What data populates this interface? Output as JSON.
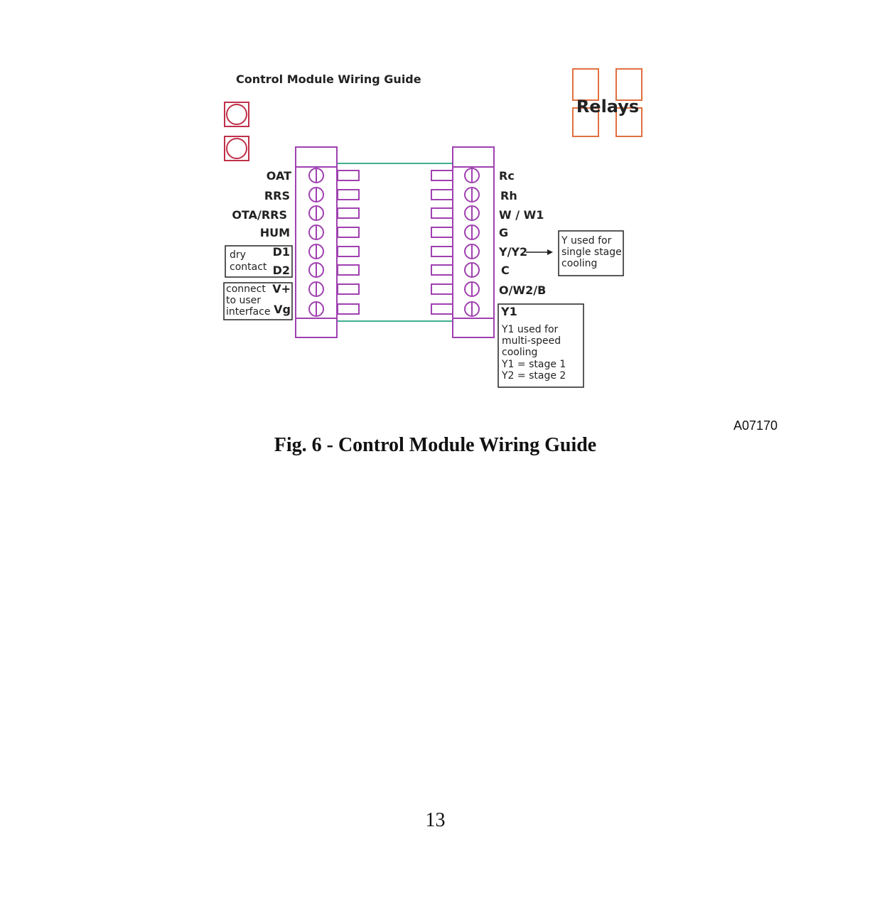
{
  "diagram": {
    "title": "Control Module Wiring Guide",
    "relays_label": "Relays",
    "left_terminals": [
      "OAT",
      "RRS",
      "OTA/RRS",
      "HUM",
      "D1",
      "D2",
      "V+",
      "Vg"
    ],
    "right_terminals": [
      "Rc",
      "Rh",
      "W / W1",
      "G",
      "Y/Y2",
      "C",
      "O/W2/B",
      "Y1"
    ],
    "dry_contact_note": [
      "dry",
      "contact"
    ],
    "user_interface_note": [
      "connect",
      "to user",
      "interface"
    ],
    "y_note": [
      "Y used for",
      "single stage",
      "cooling"
    ],
    "y1_note": [
      "Y1 used for",
      "multi-speed",
      "cooling",
      "Y1 = stage 1",
      "Y2 = stage 2"
    ],
    "colors": {
      "terminal_block": "#a040b0",
      "led": "#c0304a",
      "relay": "#e07040",
      "wire": "#40b090"
    }
  },
  "figure": {
    "ref_code": "A07170",
    "caption": "Fig. 6 - Control Module Wiring Guide"
  },
  "page": {
    "number": "13"
  }
}
